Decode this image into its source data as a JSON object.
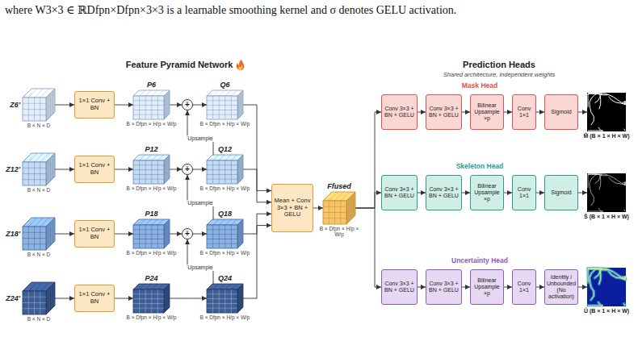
{
  "diagram": {
    "nodes": [
      {
        "text": [
          "Z6′",
          "B × N × D"
        ]
      },
      {
        "text": [
          "1×1 Conv + BN"
        ]
      },
      {
        "text": [
          "P6",
          "B × Dfpn × H/p × W/p"
        ]
      },
      {
        "text": [
          "+"
        ]
      },
      {
        "text": [
          "Q6",
          "B × Dfpn × H/p × W/p"
        ]
      },
      {
        "text": [
          "Z12′",
          "B × N × D"
        ]
      },
      {
        "text": [
          "1×1 Conv + BN"
        ]
      },
      {
        "text": [
          "P12",
          "B × Dfpn × H/p × W/p"
        ]
      },
      {
        "text": [
          "+"
        ]
      },
      {
        "text": [
          "Q12",
          "B × Dfpn × H/p × W/p"
        ]
      },
      {
        "text": [
          "Z18′",
          "B × N × D"
        ]
      },
      {
        "text": [
          "1×1 Conv + BN"
        ]
      },
      {
        "text": [
          "P18",
          "B × Dfpn × H/p × W/p"
        ]
      },
      {
        "text": [
          "+"
        ]
      },
      {
        "text": [
          "Q18",
          "B × Dfpn × H/p × W/p"
        ]
      },
      {
        "text": [
          "Z24′",
          "B × N × D"
        ]
      },
      {
        "text": [
          "1×1 Conv + BN"
        ]
      },
      {
        "text": [
          "P24",
          "B × Dfpn × H/p × W/p"
        ]
      },
      {
        "text": [
          "Q24",
          "B × Dfpn × H/p × W/p"
        ]
      },
      {
        "text": [
          "Mean + Conv 3×3 + BN + GELU"
        ]
      },
      {
        "text": [
          "Ffused",
          "B × Dfpn × H/p × W/p"
        ]
      },
      {
        "text": [
          "Conv 3×3 + BN + GELU"
        ]
      },
      {
        "text": [
          "Conv 3×3 + BN + GELU"
        ]
      },
      {
        "text": [
          "Bilinear Upsample ×p"
        ]
      },
      {
        "text": [
          "Conv 1×1"
        ]
      },
      {
        "text": [
          "Sigmoid"
        ]
      },
      {
        "text": [
          "M̂ (B × 1 × H × W)"
        ]
      },
      {
        "text": [
          "Conv 3×3 + BN + GELU"
        ]
      },
      {
        "text": [
          "Conv 3×3 + BN + GELU"
        ]
      },
      {
        "text": [
          "Bilinear Upsample ×p"
        ]
      },
      {
        "text": [
          "Conv 1×1"
        ]
      },
      {
        "text": [
          "Sigmoid"
        ]
      },
      {
        "text": [
          "Ŝ (B × 1 × H × W)"
        ]
      },
      {
        "text": [
          "Conv 3×3 + BN + GELU"
        ]
      },
      {
        "text": [
          "Conv 3×3 + BN + GELU"
        ]
      },
      {
        "text": [
          "Bilinear Upsample ×p"
        ]
      },
      {
        "text": [
          "Conv 1×1"
        ]
      },
      {
        "text": [
          "Identity / Unbounded (No activation)"
        ]
      },
      {
        "text": [
          "Û (B × 1 × H × W)"
        ]
      }
    ],
    "edges": [
      {
        "from": 0,
        "to": 1,
        "arrow": "to"
      },
      {
        "from": 1,
        "to": 2,
        "arrow": "to"
      },
      {
        "from": 5,
        "to": 6,
        "arrow": "to"
      },
      {
        "from": 6,
        "to": 7,
        "arrow": "to"
      },
      {
        "from": 10,
        "to": 11,
        "arrow": "to"
      },
      {
        "from": 11,
        "to": 12,
        "arrow": "to"
      },
      {
        "from": 15,
        "to": 16,
        "arrow": "to"
      },
      {
        "from": 16,
        "to": 17,
        "arrow": "to"
      },
      {
        "from": 2,
        "to": 3,
        "arrow": "to"
      },
      {
        "from": 3,
        "to": 4,
        "arrow": "to"
      },
      {
        "from": 7,
        "to": 8,
        "arrow": "to"
      },
      {
        "from": 8,
        "to": 9,
        "arrow": "to"
      },
      {
        "from": 12,
        "to": 13,
        "arrow": "to"
      },
      {
        "from": 13,
        "to": 14,
        "arrow": "to"
      },
      {
        "from": 17,
        "to": 18,
        "arrow": "to"
      },
      {
        "from": 18,
        "to": 13,
        "label": "Upsample",
        "arrow": "to"
      },
      {
        "from": 14,
        "to": 8,
        "label": "Upsample",
        "arrow": "to"
      },
      {
        "from": 9,
        "to": 3,
        "label": "Upsample",
        "arrow": "to"
      },
      {
        "from": 4,
        "to": 19,
        "arrow": "to"
      },
      {
        "from": 9,
        "to": 19,
        "arrow": "to"
      },
      {
        "from": 14,
        "to": 19,
        "arrow": "to"
      },
      {
        "from": 18,
        "to": 19,
        "arrow": "to"
      },
      {
        "from": 19,
        "to": 20,
        "arrow": "to"
      },
      {
        "from": 20,
        "to": 21,
        "arrow": "to"
      },
      {
        "from": 20,
        "to": 27,
        "arrow": "to"
      },
      {
        "from": 20,
        "to": 33,
        "arrow": "to"
      },
      {
        "from": 21,
        "to": 22,
        "arrow": "to"
      },
      {
        "from": 22,
        "to": 23,
        "arrow": "to"
      },
      {
        "from": 23,
        "to": 24,
        "arrow": "to"
      },
      {
        "from": 24,
        "to": 25,
        "arrow": "to"
      },
      {
        "from": 25,
        "to": 26,
        "arrow": "to"
      },
      {
        "from": 27,
        "to": 28,
        "arrow": "to"
      },
      {
        "from": 28,
        "to": 29,
        "arrow": "to"
      },
      {
        "from": 29,
        "to": 30,
        "arrow": "to"
      },
      {
        "from": 30,
        "to": 31,
        "arrow": "to"
      },
      {
        "from": 31,
        "to": 32,
        "arrow": "to"
      },
      {
        "from": 33,
        "to": 34,
        "arrow": "to"
      },
      {
        "from": 34,
        "to": 35,
        "arrow": "to"
      },
      {
        "from": 35,
        "to": 36,
        "arrow": "to"
      },
      {
        "from": 36,
        "to": 37,
        "arrow": "to"
      },
      {
        "from": 37,
        "to": 38,
        "arrow": "to"
      }
    ],
    "labels": [
      "where W3×3 ∈ ℝDfpn×Dfpn×3×3 is a learnable smoothing kernel and σ denotes GELU activation.",
      "Feature Pyramid Network",
      "Prediction Heads",
      "Shared architecture, independent weights",
      "Mask Head",
      "Skeleton Head",
      "Uncertainty Head"
    ]
  }
}
